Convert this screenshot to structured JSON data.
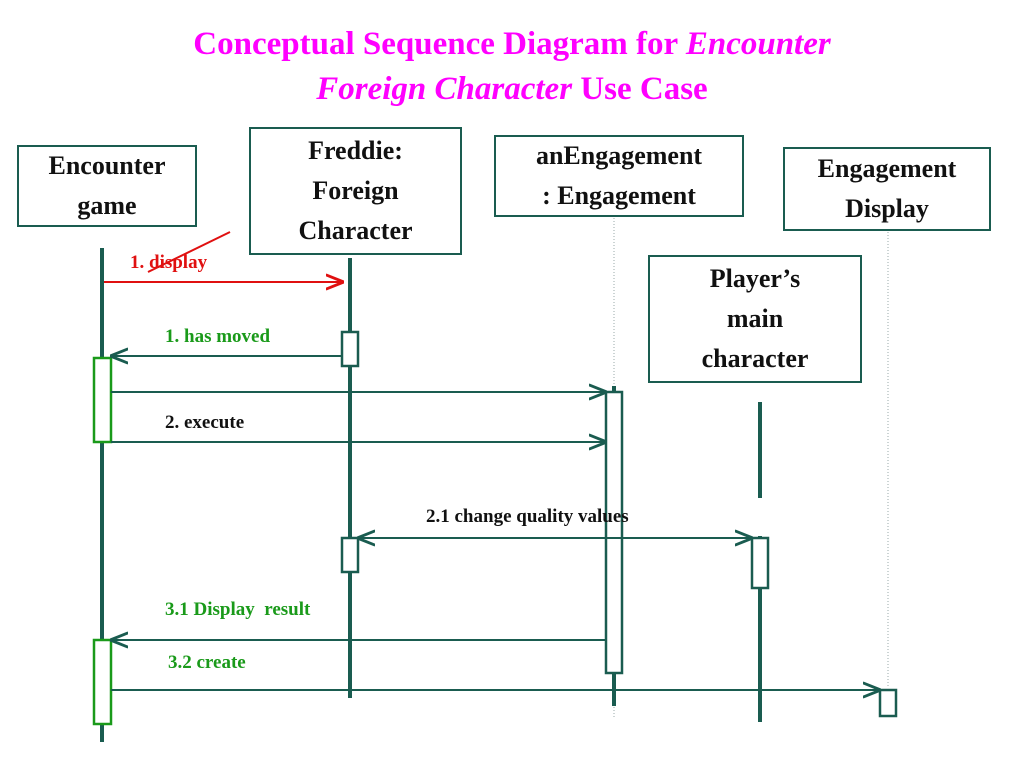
{
  "title": {
    "line1_normal": "Conceptual Sequence Diagram for ",
    "line1_italic": "Encounter",
    "line2_italic": "Foreign Character",
    "line2_normal": " Use Case"
  },
  "objects": {
    "encounter_game": [
      "Encounter",
      "game"
    ],
    "freddie": [
      "Freddie:",
      "Foreign",
      "Character"
    ],
    "engagement": [
      "anEngagement",
      ": Engagement"
    ],
    "engagement_display": [
      "Engagement",
      "Display"
    ],
    "players_main_character": [
      "Player’s",
      "main",
      "character"
    ]
  },
  "messages": {
    "display": "1. display",
    "has_moved": "1. has moved",
    "execute": "2. execute",
    "change_quality": "2.1 change quality values",
    "display_result": "3.1 Display  result",
    "create": "3.2 create"
  },
  "colors": {
    "title": "#ff00ff",
    "lifeline": "#1a5c50",
    "message_label": "#1a9a1a",
    "display_message": "#e01010",
    "activation": "#1a9a1a"
  }
}
